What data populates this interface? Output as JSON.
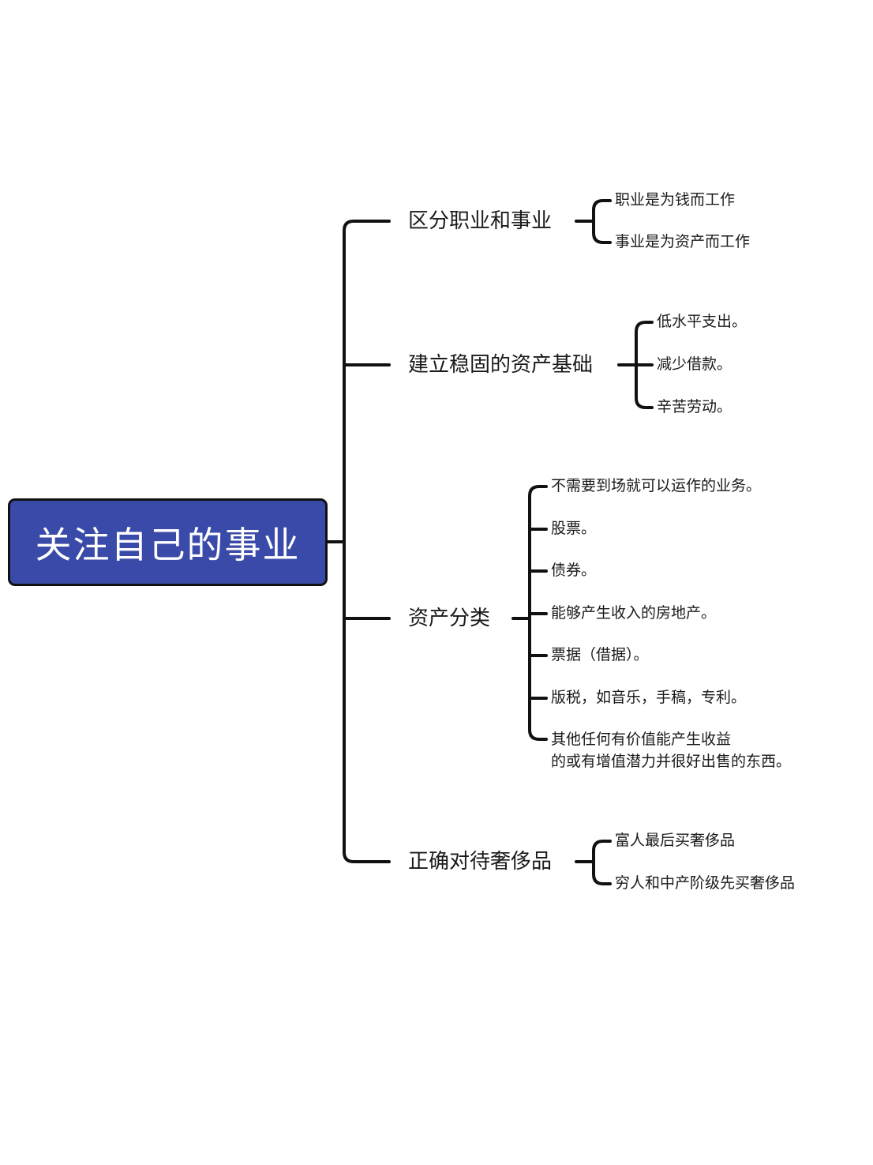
{
  "root": {
    "label": "关注自己的事业",
    "fill_color": "#3a4aa8",
    "text_color": "#ffffff"
  },
  "line_color": "#111111",
  "branches": [
    {
      "label": "区分职业和事业",
      "children": [
        {
          "lines": [
            "职业是为钱而工作"
          ]
        },
        {
          "lines": [
            "事业是为资产而工作"
          ]
        }
      ]
    },
    {
      "label": "建立稳固的资产基础",
      "children": [
        {
          "lines": [
            "低水平支出。"
          ]
        },
        {
          "lines": [
            "减少借款。"
          ]
        },
        {
          "lines": [
            "辛苦劳动。"
          ]
        }
      ]
    },
    {
      "label": "资产分类",
      "children": [
        {
          "lines": [
            "不需要到场就可以运作的业务。"
          ]
        },
        {
          "lines": [
            "股票。"
          ]
        },
        {
          "lines": [
            "债券。"
          ]
        },
        {
          "lines": [
            "能够产生收入的房地产。"
          ]
        },
        {
          "lines": [
            "票据（借据）。"
          ]
        },
        {
          "lines": [
            "版税，如音乐，手稿，专利。"
          ]
        },
        {
          "lines": [
            "其他任何有价值能产生收益",
            "的或有增值潜力并很好出售的东西。"
          ]
        }
      ]
    },
    {
      "label": "正确对待奢侈品",
      "children": [
        {
          "lines": [
            "富人最后买奢侈品"
          ]
        },
        {
          "lines": [
            "穷人和中产阶级先买奢侈品"
          ]
        }
      ]
    }
  ]
}
